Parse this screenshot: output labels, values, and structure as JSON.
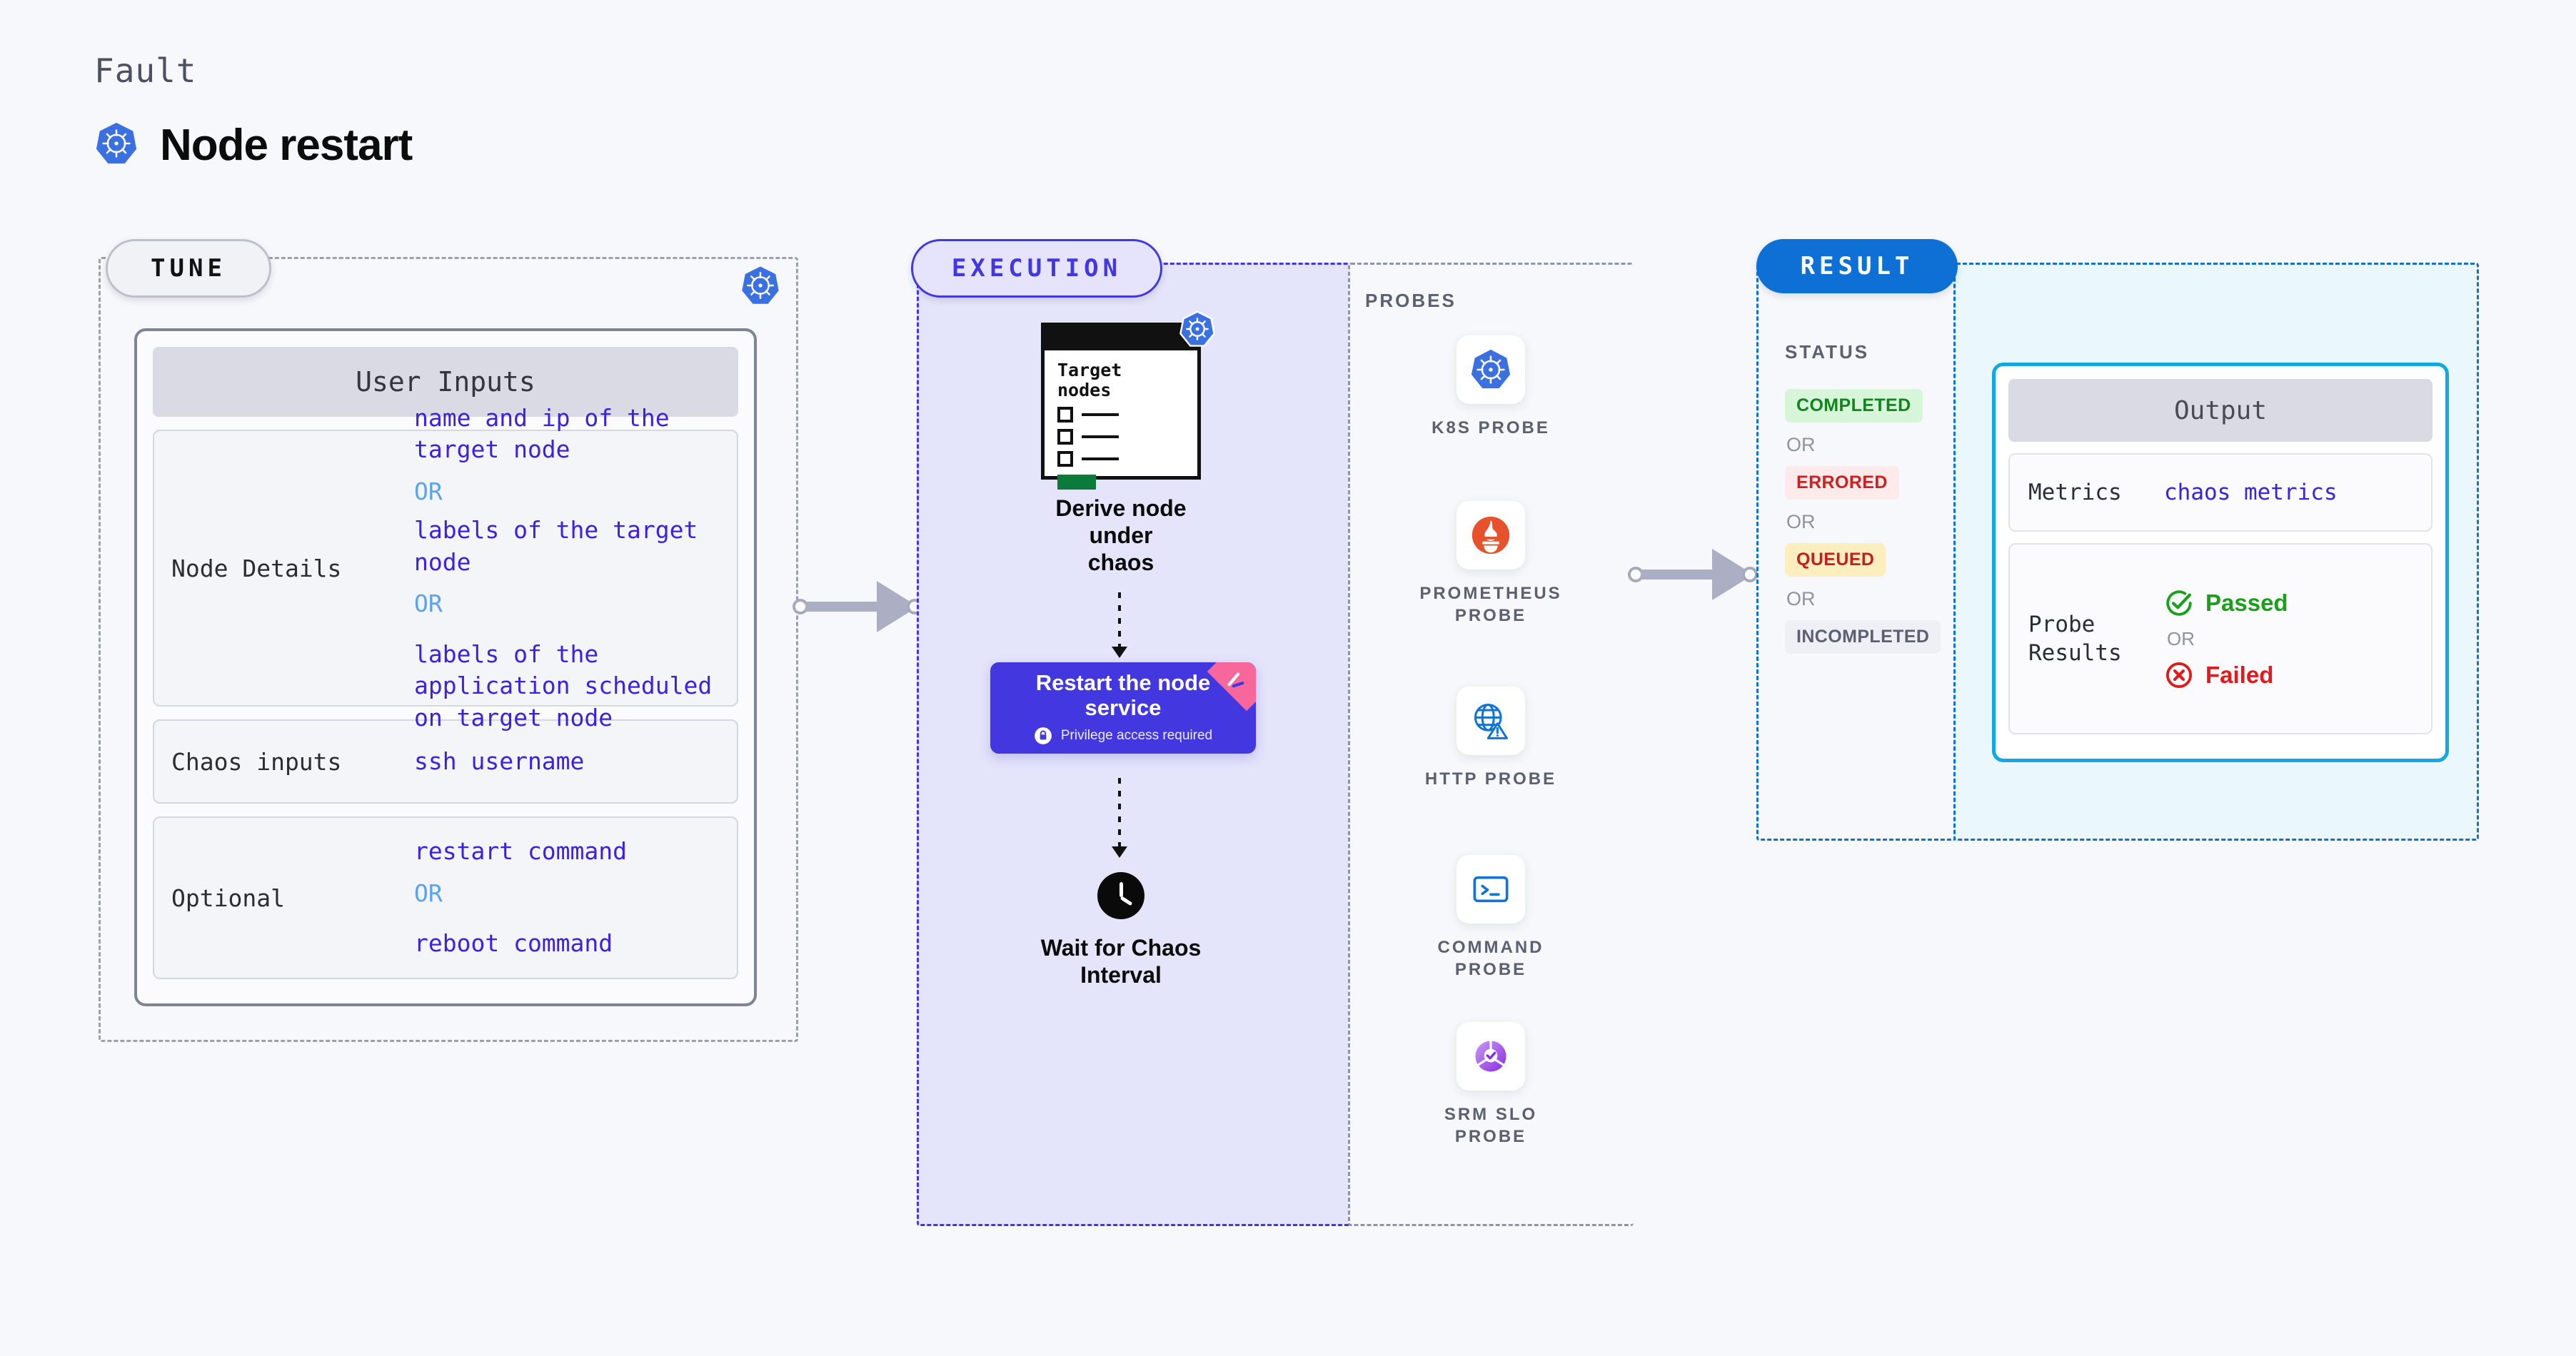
{
  "header": {
    "kicker": "Fault",
    "title": "Node restart",
    "icon": "kubernetes-icon"
  },
  "tune": {
    "pill_label": "TUNE",
    "badge_icon": "kubernetes-icon",
    "card_title": "User Inputs",
    "rows": [
      {
        "key": "Node Details",
        "values": [
          "name and ip of the target node",
          "labels of the target node",
          "labels of the application  scheduled on target node"
        ],
        "separator": "OR"
      },
      {
        "key": "Chaos inputs",
        "values": [
          "ssh username"
        ],
        "separator": "OR"
      },
      {
        "key": "Optional",
        "values": [
          "restart command",
          "reboot command"
        ],
        "separator": "OR"
      }
    ]
  },
  "execution": {
    "pill_label": "EXECUTION",
    "derive": {
      "doc_title_line1": "Target",
      "doc_title_line2": "nodes",
      "doc_icon": "kubernetes-icon",
      "caption_line1": "Derive node under",
      "caption_line2": "chaos"
    },
    "restart": {
      "title_line1": "Restart the node",
      "title_line2": "service",
      "note": "Privilege access required",
      "note_icon": "lock-icon",
      "corner_icon": "harness-badge-icon",
      "color": "#4338e0"
    },
    "wait": {
      "icon": "clock-icon",
      "caption_line1": "Wait for Chaos",
      "caption_line2": "Interval"
    },
    "probes_title": "PROBES",
    "probes": [
      {
        "label": "K8S PROBE",
        "icon": "kubernetes-icon"
      },
      {
        "label": "PROMETHEUS\nPROBE",
        "icon": "prometheus-icon"
      },
      {
        "label": "HTTP PROBE",
        "icon": "globe-warning-icon"
      },
      {
        "label": "COMMAND\nPROBE",
        "icon": "terminal-icon"
      },
      {
        "label": "SRM SLO\nPROBE",
        "icon": "srm-slo-icon"
      }
    ]
  },
  "result": {
    "pill_label": "RESULT",
    "status_title": "STATUS",
    "separator": "OR",
    "statuses": [
      {
        "label": "COMPLETED",
        "bg": "#d7f5d9",
        "fg": "#11841f"
      },
      {
        "label": "ERRORED",
        "bg": "#fdeaea",
        "fg": "#cf2020"
      },
      {
        "label": "QUEUED",
        "bg": "#fdeec0",
        "fg": "#c22020"
      },
      {
        "label": "INCOMPLETED",
        "bg": "#eff0f5",
        "fg": "#5b6073"
      }
    ],
    "output": {
      "title": "Output",
      "metrics_key": "Metrics",
      "metrics_value": "chaos metrics",
      "probe_key_line1": "Probe",
      "probe_key_line2": "Results",
      "passed_label": "Passed",
      "passed_icon": "check-circle-icon",
      "failed_label": "Failed",
      "failed_icon": "x-circle-icon",
      "separator": "OR",
      "passed_color": "#1aa01a",
      "failed_color": "#e01b1b"
    }
  },
  "connectors": [
    {
      "name": "tune-to-execution"
    },
    {
      "name": "execution-to-result"
    }
  ]
}
